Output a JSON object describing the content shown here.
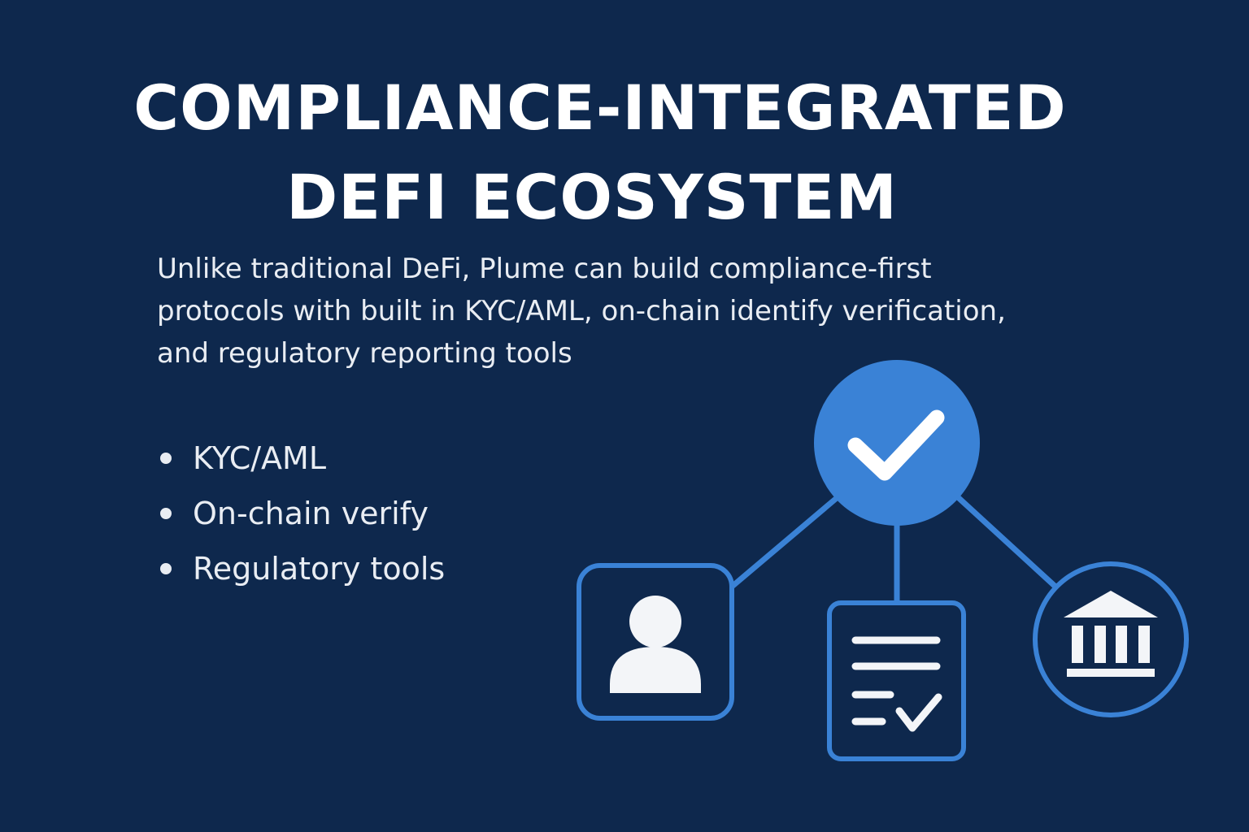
{
  "heading": {
    "line1": "COMPLIANCE-INTEGRATED",
    "line2": "DEFI ECOSYSTEM"
  },
  "description": {
    "line1": "Unlike traditional DeFi, Plume can build compliance-first",
    "line2": "protocols with built in KYC/AML, on-chain identify verification,",
    "line3": "and regulatory reporting tools"
  },
  "bullets": [
    {
      "label": "KYC/AML"
    },
    {
      "label": "On-chain verify"
    },
    {
      "label": "Regulatory tools"
    }
  ],
  "diagram": {
    "hub_icon": "checkmark-icon",
    "nodes": [
      {
        "icon": "user-icon"
      },
      {
        "icon": "checklist-document-icon"
      },
      {
        "icon": "bank-icon"
      }
    ]
  },
  "colors": {
    "background": "#0e284d",
    "accent": "#3a82d6",
    "text": "#ffffff"
  }
}
